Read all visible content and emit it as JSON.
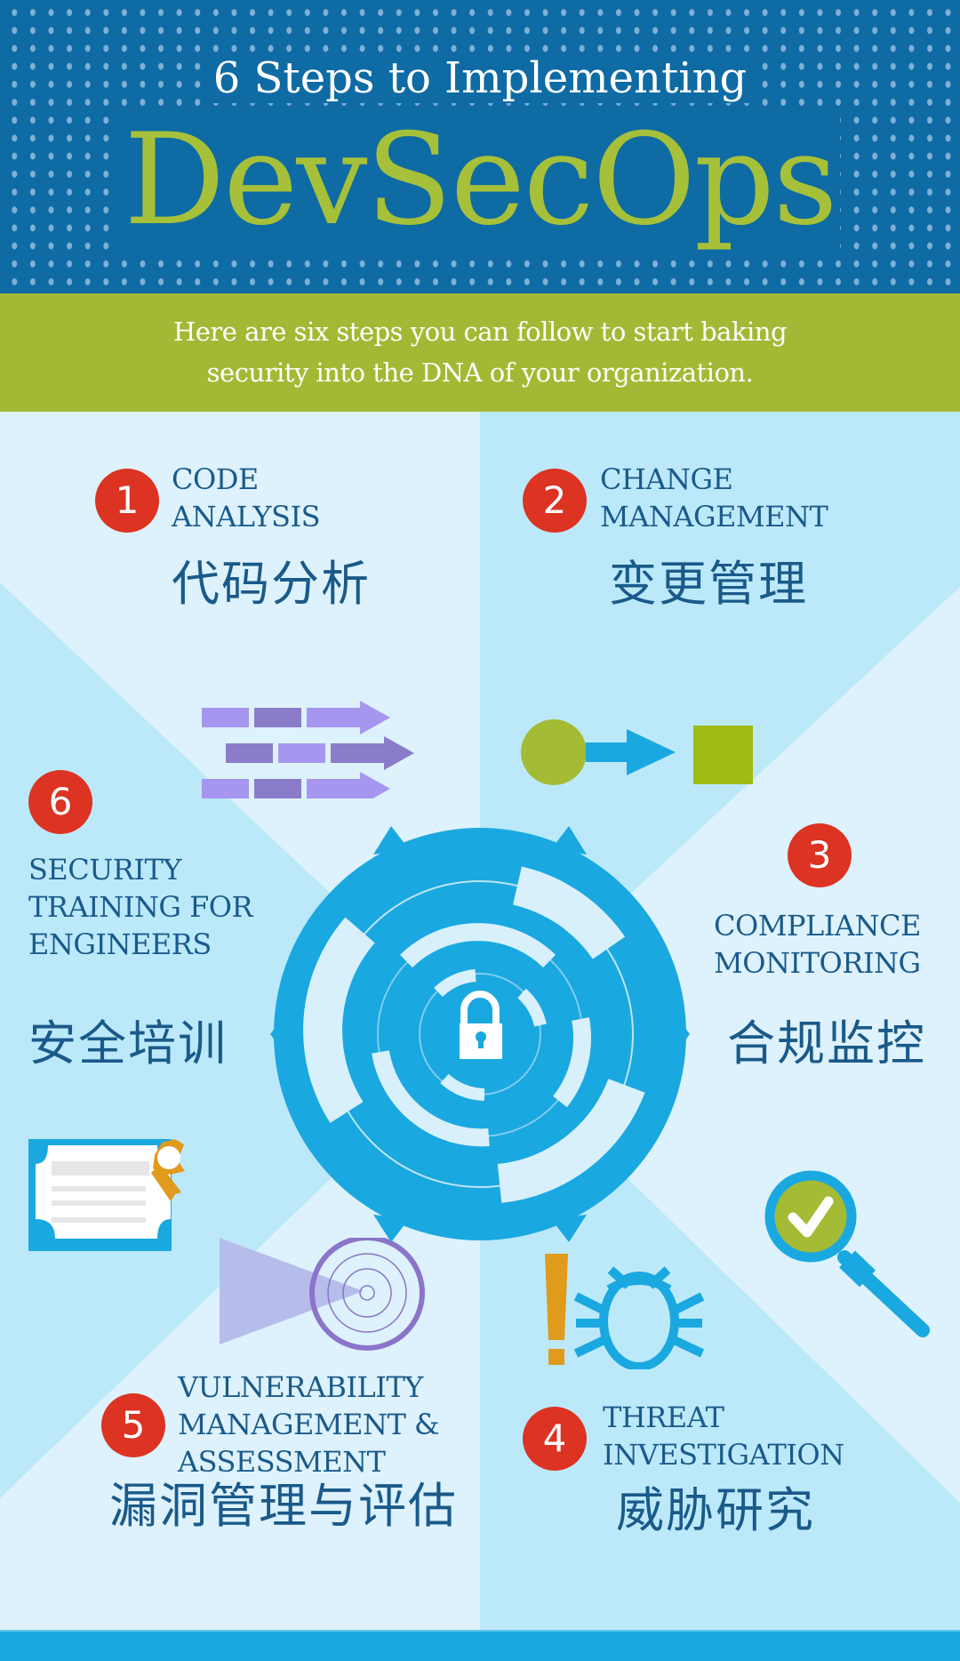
{
  "header": {
    "subtitle": "6 Steps to Implementing",
    "title": "DevSecOps"
  },
  "intro": {
    "line1": "Here are six steps you can follow to start baking",
    "line2": "security into the DNA of your organization."
  },
  "colors": {
    "header_bg": "#0E6BA3",
    "brand_green": "#A6C039",
    "intro_bg": "#A3B935",
    "panel_light": "#DDF2FC",
    "panel_dark": "#BCE9FA",
    "accent_blue": "#1AA8E0",
    "badge_red": "#DC3322",
    "text_blue": "#1A5A8A"
  },
  "steps": [
    {
      "number": "1",
      "title_line1": "CODE",
      "title_line2": "ANALYSIS",
      "title_line3": "",
      "chinese": "代码分析",
      "icon": "pipeline-arrows-icon"
    },
    {
      "number": "2",
      "title_line1": "CHANGE",
      "title_line2": "MANAGEMENT",
      "title_line3": "",
      "chinese": "变更管理",
      "icon": "circle-to-square-icon"
    },
    {
      "number": "3",
      "title_line1": "COMPLIANCE",
      "title_line2": "MONITORING",
      "title_line3": "",
      "chinese": "合规监控",
      "icon": "magnifier-check-icon"
    },
    {
      "number": "4",
      "title_line1": "THREAT",
      "title_line2": "INVESTIGATION",
      "title_line3": "",
      "chinese": "威胁研究",
      "icon": "bug-alert-icon"
    },
    {
      "number": "5",
      "title_line1": "VULNERABILITY",
      "title_line2": "MANAGEMENT &",
      "title_line3": "ASSESSMENT",
      "chinese": "漏洞管理与评估",
      "icon": "radar-target-icon"
    },
    {
      "number": "6",
      "title_line1": "SECURITY",
      "title_line2": "TRAINING FOR",
      "title_line3": "ENGINEERS",
      "chinese": "安全培训",
      "icon": "certificate-icon"
    }
  ],
  "center": {
    "icon": "lock-icon"
  }
}
